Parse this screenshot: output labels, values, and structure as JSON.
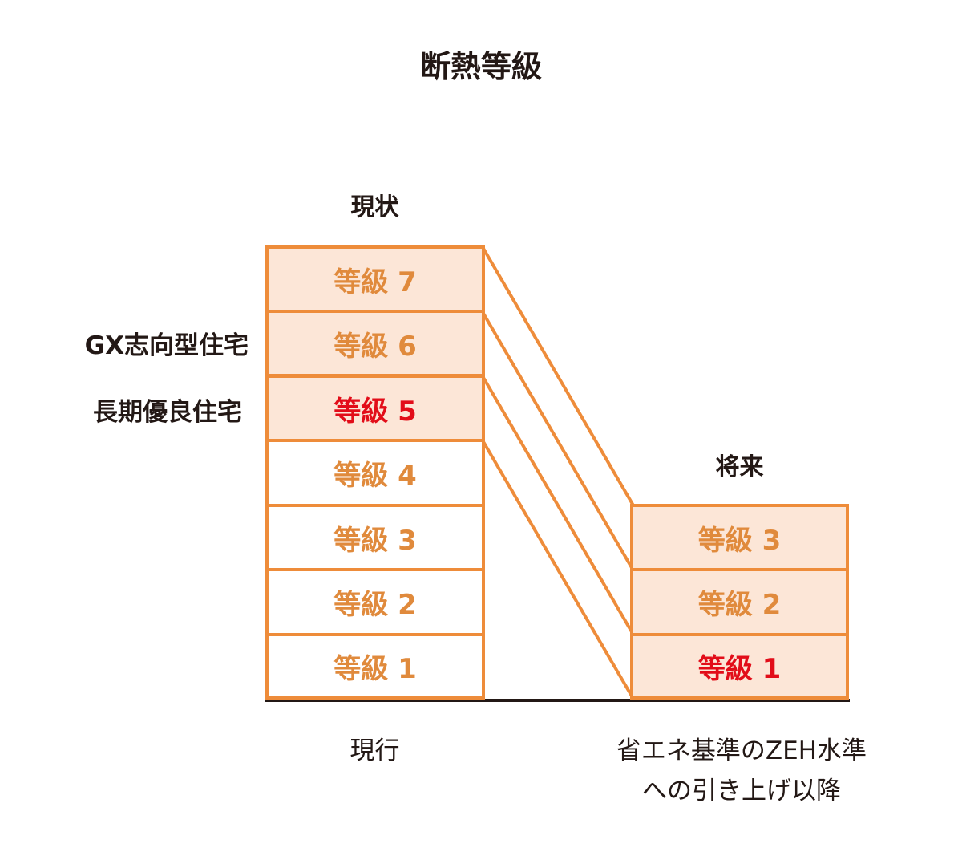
{
  "title": "断熱等級",
  "current": {
    "heading": "現状",
    "levels": [
      {
        "label": "等級 7",
        "highlight": false,
        "filled": true
      },
      {
        "label": "等級 6",
        "highlight": false,
        "filled": true
      },
      {
        "label": "等級 5",
        "highlight": true,
        "filled": true
      },
      {
        "label": "等級 4",
        "highlight": false,
        "filled": false
      },
      {
        "label": "等級 3",
        "highlight": false,
        "filled": false
      },
      {
        "label": "等級 2",
        "highlight": false,
        "filled": false
      },
      {
        "label": "等級 1",
        "highlight": false,
        "filled": false
      }
    ],
    "footer": "現行"
  },
  "future": {
    "heading": "将来",
    "levels": [
      {
        "label": "等級 3",
        "highlight": false,
        "filled": true
      },
      {
        "label": "等級 2",
        "highlight": false,
        "filled": true
      },
      {
        "label": "等級 1",
        "highlight": true,
        "filled": true
      }
    ],
    "footer_line1": "省エネ基準のZEH水準",
    "footer_line2": "への引き上げ以降"
  },
  "side_labels": {
    "gx": "GX志向型住宅",
    "long_term": "長期優良住宅"
  },
  "colors": {
    "orange_border": "#EE8C3A",
    "orange_text": "#E08A3C",
    "fill": "#FCE6D7",
    "highlight_red": "#E20D19",
    "text_dark": "#231815"
  }
}
